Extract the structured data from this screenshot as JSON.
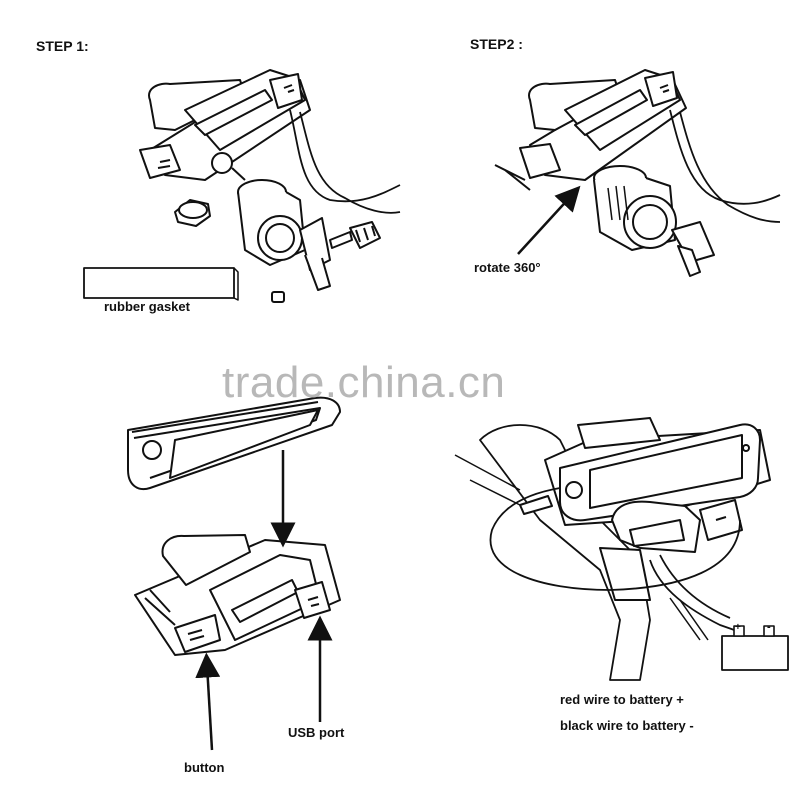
{
  "steps": {
    "step1": {
      "title": "STEP 1:"
    },
    "step2": {
      "title": "STEP2 :"
    }
  },
  "labels": {
    "rubber_gasket": "rubber gasket",
    "rotate": "rotate 360°",
    "button": "button",
    "usb_port": "USB port",
    "red_wire": "red wire to battery +",
    "black_wire": "black wire to battery -"
  },
  "watermark": "trade.china.cn",
  "battery": {
    "plus": "+",
    "minus": "-"
  }
}
